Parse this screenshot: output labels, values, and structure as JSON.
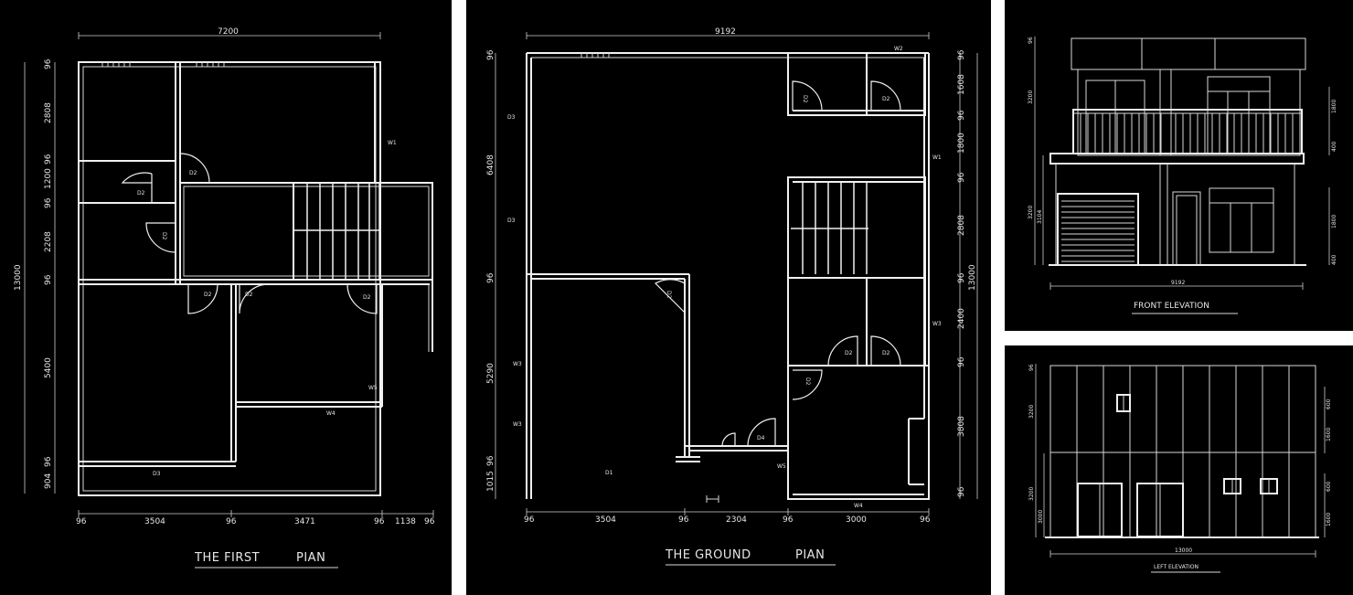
{
  "first_plan": {
    "title_a": "THE FIRST",
    "title_b": "PIAN",
    "top_dim": "7200",
    "total_dim": "13000",
    "left_dims": [
      "96",
      "2808",
      "96",
      "1200",
      "96",
      "2208",
      "96",
      "5400",
      "96",
      "904"
    ],
    "bottom_dims": [
      "96",
      "3504",
      "96",
      "3471",
      "96",
      "1138",
      "96"
    ],
    "labels": [
      "D2",
      "D2",
      "D2",
      "D2",
      "D2",
      "D2",
      "D3",
      "W1",
      "W4",
      "W5"
    ]
  },
  "ground_plan": {
    "title_a": "THE GROUND",
    "title_b": "PIAN",
    "top_dim": "9192",
    "total_dim": "13000",
    "left_dims": [
      "96",
      "6408",
      "96",
      "5290",
      "96",
      "1015"
    ],
    "right_dims": [
      "96",
      "1608",
      "96",
      "1800",
      "96",
      "2808",
      "96",
      "2400",
      "96",
      "3808",
      "96"
    ],
    "bottom_dims": [
      "96",
      "3504",
      "96",
      "2304",
      "96",
      "3000",
      "96"
    ],
    "labels": [
      "W2",
      "D2",
      "D2",
      "D3",
      "D3",
      "D2",
      "D2",
      "D2",
      "D2",
      "D4",
      "D1",
      "W1",
      "W3",
      "W3",
      "W3",
      "W4",
      "W5"
    ]
  },
  "front_elevation": {
    "title": "FRONT     ELEVATION",
    "width_dim": "9192",
    "left_dims": [
      "96",
      "3200",
      "3200",
      "3104"
    ],
    "right_dims": [
      "1800",
      "400",
      "1800",
      "400"
    ]
  },
  "left_elevation": {
    "title": "LEFT     ELEVATION",
    "width_dim": "13000",
    "left_dims": [
      "96",
      "3200",
      "3200",
      "3000"
    ],
    "right_dims": [
      "600",
      "1600",
      "600",
      "1600"
    ]
  }
}
